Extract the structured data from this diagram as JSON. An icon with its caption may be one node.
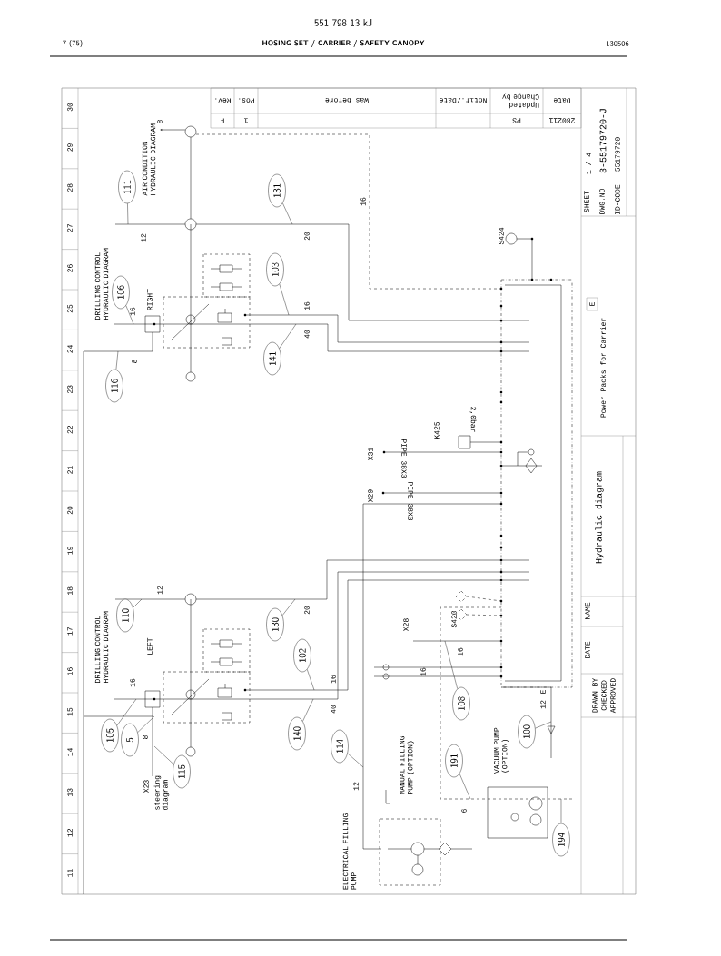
{
  "diagram": {
    "title": "551 798 13 kJ",
    "nodes": [
      {
        "text": [
          "111"
        ]
      },
      {
        "text": [
          "131"
        ]
      },
      {
        "text": [
          "106"
        ]
      },
      {
        "text": [
          "103"
        ]
      },
      {
        "text": [
          "116"
        ]
      },
      {
        "text": [
          "141"
        ]
      },
      {
        "text": [
          "110"
        ]
      },
      {
        "text": [
          "130"
        ]
      },
      {
        "text": [
          "102"
        ]
      },
      {
        "text": [
          "105"
        ]
      },
      {
        "text": [
          "5"
        ]
      },
      {
        "text": [
          "140"
        ]
      },
      {
        "text": [
          "115"
        ]
      },
      {
        "text": [
          "114"
        ]
      },
      {
        "text": [
          "191"
        ]
      },
      {
        "text": [
          "108"
        ]
      },
      {
        "text": [
          "100"
        ]
      },
      {
        "text": [
          "194"
        ]
      }
    ],
    "edges": [
      {
        "from": 0,
        "to": null,
        "arrow": "none"
      },
      {
        "from": 1,
        "to": null,
        "arrow": "none"
      },
      {
        "from": 2,
        "to": null,
        "arrow": "none"
      },
      {
        "from": 3,
        "to": null,
        "arrow": "none"
      },
      {
        "from": 4,
        "to": null,
        "arrow": "none"
      },
      {
        "from": 5,
        "to": null,
        "arrow": "none"
      },
      {
        "from": 6,
        "to": null,
        "arrow": "none"
      },
      {
        "from": 7,
        "to": null,
        "arrow": "none"
      },
      {
        "from": 8,
        "to": null,
        "arrow": "none"
      },
      {
        "from": 9,
        "to": null,
        "arrow": "none"
      },
      {
        "from": 10,
        "to": null,
        "arrow": "none"
      },
      {
        "from": 11,
        "to": null,
        "arrow": "none"
      },
      {
        "from": 12,
        "to": null,
        "arrow": "none"
      },
      {
        "from": 13,
        "to": null,
        "arrow": "none"
      },
      {
        "from": 14,
        "to": null,
        "arrow": "none"
      },
      {
        "from": 15,
        "to": null,
        "arrow": "none"
      },
      {
        "from": 16,
        "to": null,
        "arrow": "none"
      },
      {
        "from": 17,
        "to": null,
        "arrow": "none"
      }
    ],
    "labels": [
      "7 (75)",
      "HOSING SET / CARRIER / SAFETY CANOPY",
      "130506",
      "30",
      "29",
      "28",
      "27",
      "26",
      "25",
      "24",
      "23",
      "22",
      "21",
      "20",
      "19",
      "18",
      "17",
      "16",
      "15",
      "14",
      "13",
      "12",
      "11",
      "AIR CONDITION HYDRAULIC DIAGRAM",
      "DRILLING CONTROL HYDRAULIC DIAGRAM",
      "RIGHT",
      "DRILLING CONTROL HYDRAULIC DIAGRAM",
      "LEFT",
      "X23",
      "steering diagram",
      "ELECTRICAL FILLING PUMP",
      "MANUAL FILLING PUMP (OPTION)",
      "VACUUM PUMP (OPTION)",
      "PIPE 38X3",
      "PIPE 38X3",
      "X31",
      "X29",
      "X28",
      "K425",
      "2,0bar",
      "S424",
      "S420",
      "8",
      "12",
      "20",
      "16",
      "16",
      "16",
      "8",
      "40",
      "12",
      "20",
      "16",
      "16",
      "40",
      "8",
      "12",
      "16",
      "16",
      "6",
      "12",
      "E",
      "SHEET",
      "1 / 4",
      "DWG.NO",
      "3-55179720-J",
      "ID-CODE",
      "55179720",
      "E",
      "Power Packs for Carrier",
      "Hydraulic diagram",
      "DATE",
      "NAME",
      "DRAWN BY",
      "CHECKED",
      "APPROVED",
      "Rev.",
      "Pos.",
      "Was before",
      "Notif./Date",
      "Updated Change by",
      "Date",
      "F",
      "1",
      "PS",
      "280211"
    ]
  }
}
